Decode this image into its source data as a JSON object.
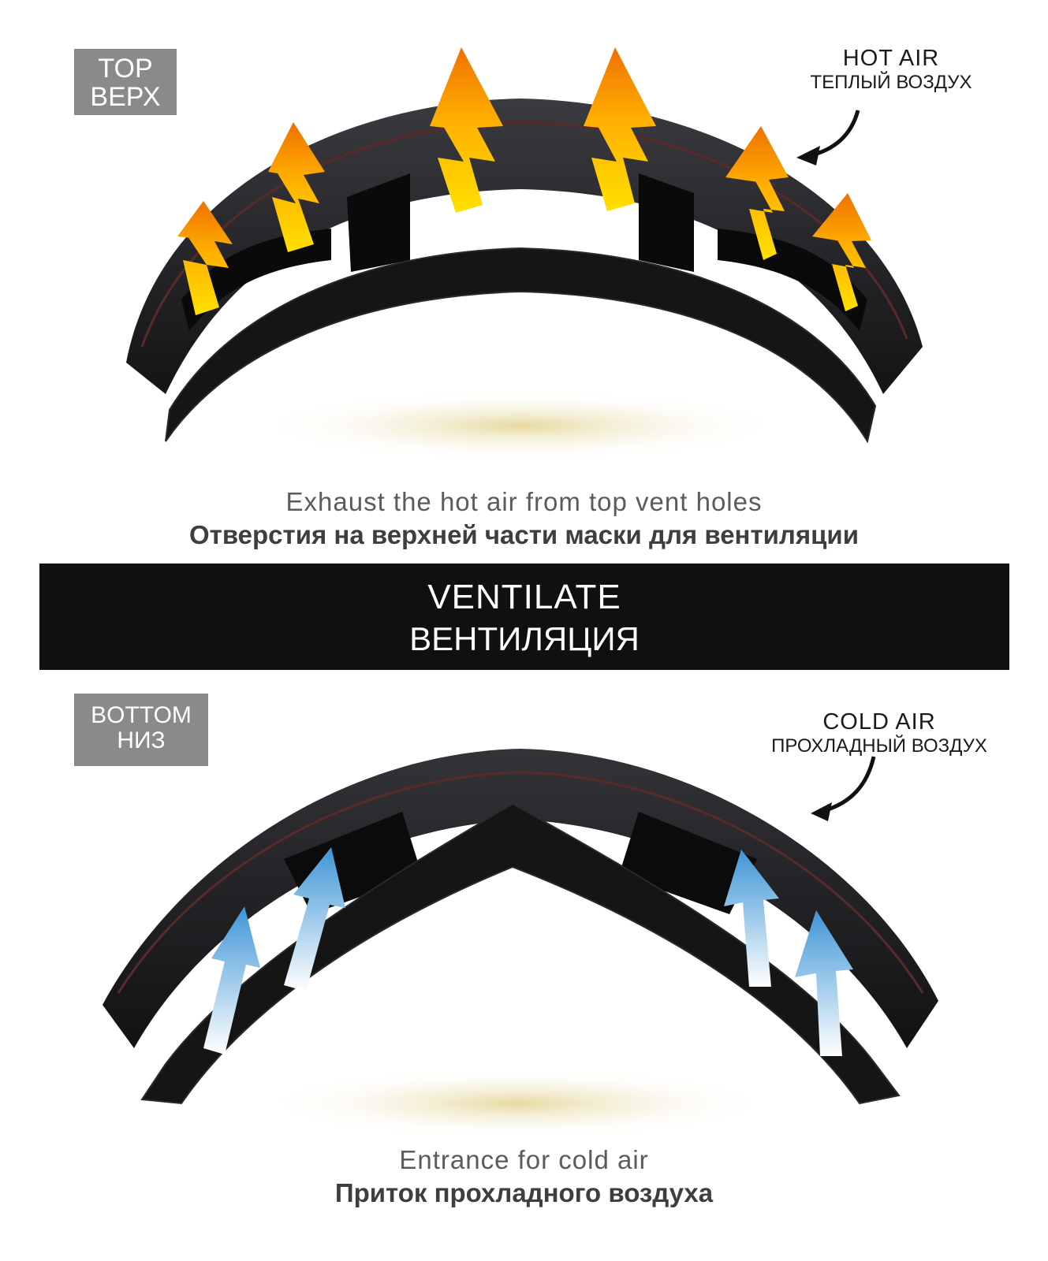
{
  "top": {
    "tag_en": "TOP",
    "tag_ru": "ВЕРХ",
    "air_en": "HOT AIR",
    "air_ru": "ТЕПЛЫЙ ВОЗДУХ",
    "caption_en": "Exhaust the hot air from top vent holes",
    "caption_ru": "Отверстия на верхней части маски для вентиляции"
  },
  "banner": {
    "title_en": "VENTILATE",
    "title_ru": "ВЕНТИЛЯЦИЯ"
  },
  "bottom": {
    "tag_en": "BOTTOM",
    "tag_ru": "НИЗ",
    "air_en": "COLD AIR",
    "air_ru": "ПРОХЛАДНЫЙ ВОЗДУХ",
    "caption_en": "Entrance for cold air",
    "caption_ru": "Приток прохладного воздуха"
  },
  "colors": {
    "tag_bg": "#8a8a8a",
    "banner_bg": "#101010",
    "hot_arrow": "#f5a300",
    "cold_arrow": "#4a9fd8",
    "goggle_frame": "#1c1c20",
    "foam": "#151515"
  }
}
